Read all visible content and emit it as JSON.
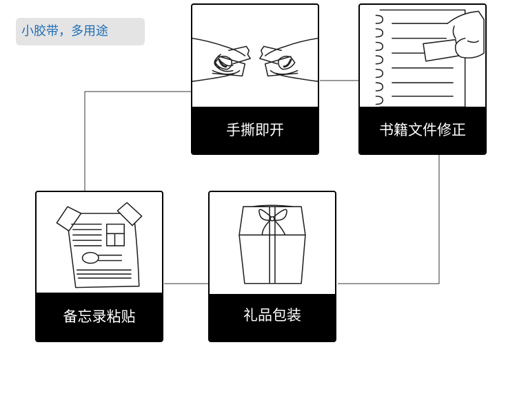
{
  "header": {
    "tag": "小胶带，多用途"
  },
  "cards": [
    {
      "id": "tear",
      "label": "手撕即开",
      "icon": "hands-tearing-tape-icon"
    },
    {
      "id": "books",
      "label": "书籍文件修正",
      "icon": "hand-taping-notebook-icon"
    },
    {
      "id": "memo",
      "label": "备忘录粘贴",
      "icon": "taped-memo-paper-icon"
    },
    {
      "id": "gift",
      "label": "礼品包装",
      "icon": "gift-box-bow-icon"
    }
  ],
  "colors": {
    "tag_text": "#1f6fb5",
    "tag_bg": "#e4e4e4",
    "label_bg": "#000000",
    "label_text": "#ffffff"
  }
}
